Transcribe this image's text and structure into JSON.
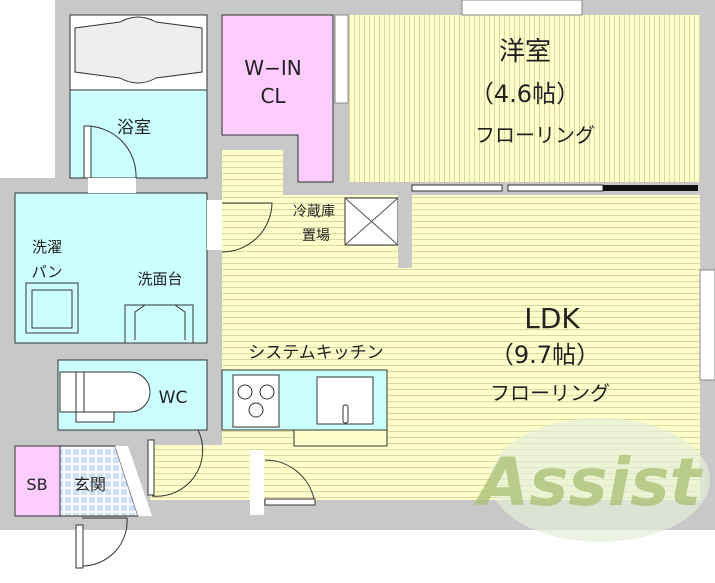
{
  "rooms": {
    "western_room": {
      "name": "洋室",
      "size": "（4.6帖）",
      "floor": "フローリング"
    },
    "ldk": {
      "name": "LDK",
      "size": "（9.7帖）",
      "floor": "フローリング"
    },
    "walk_in_closet": {
      "line1": "W−IN",
      "line2": "CL"
    },
    "bathroom": "浴室",
    "laundry_pan": {
      "line1": "洗濯",
      "line2": "パン"
    },
    "washstand": "洗面台",
    "fridge_space": {
      "line1": "冷蔵庫",
      "line2": "置場"
    },
    "kitchen": "システムキッチン",
    "toilet": "WC",
    "shoe_box": "SB",
    "entrance": "玄関"
  },
  "watermark": "Assist",
  "colors": {
    "wall": "#c8c8c8",
    "wet_area": "#ccffff",
    "closet": "#ffccff",
    "flooring": "#ffffcc",
    "flooring_lines": "#d8d8a0",
    "tile": "#cfe0f5",
    "watermark": "#a8c070"
  }
}
